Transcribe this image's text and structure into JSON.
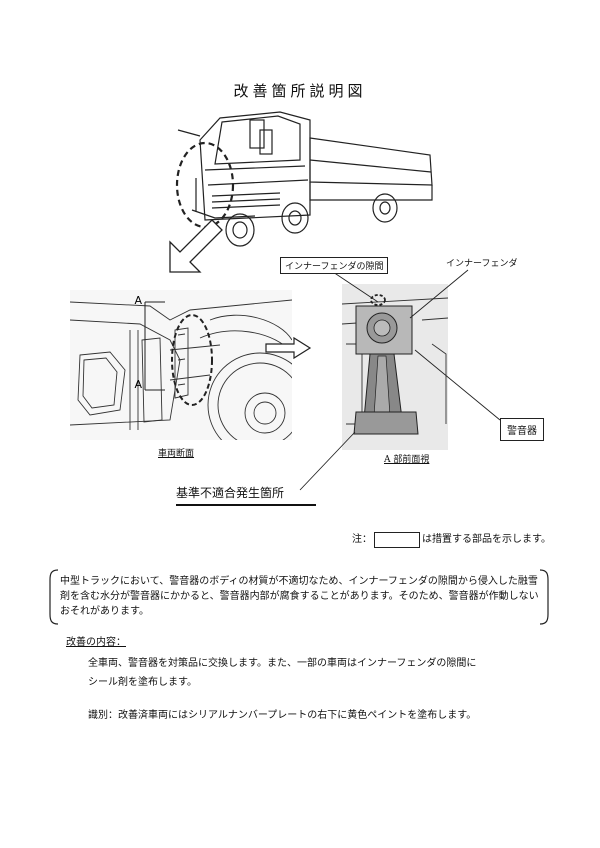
{
  "title": "改善箇所説明図",
  "figure": {
    "left_caption": "車両断面",
    "section_marker": "A",
    "right_caption": "A 部前面視",
    "label_gap": "インナーフェンダの隙間",
    "label_fender": "インナーフェンダ",
    "label_horn": "警音器",
    "label_nonconform": "基準不適合発生箇所"
  },
  "note": {
    "prefix": "注：",
    "suffix": "は措置する部品を示します。"
  },
  "summary": "中型トラックにおいて、警音器のボディの材質が不適切なため、インナーフェンダの隙間から侵入した融雪剤を含む水分が警音器にかかると、警音器内部が腐食することがあります。そのため、警音器が作動しないおそれがあります。",
  "improvement": {
    "heading": "改善の内容：",
    "line1": "全車両、警音器を対策品に交換します。また、一部の車両はインナーフェンダの隙間に",
    "line2": "シール剤を塗布します。"
  },
  "identification": "識別：改善済車両にはシリアルナンバープレートの右下に黄色ペイントを塗布します。"
}
